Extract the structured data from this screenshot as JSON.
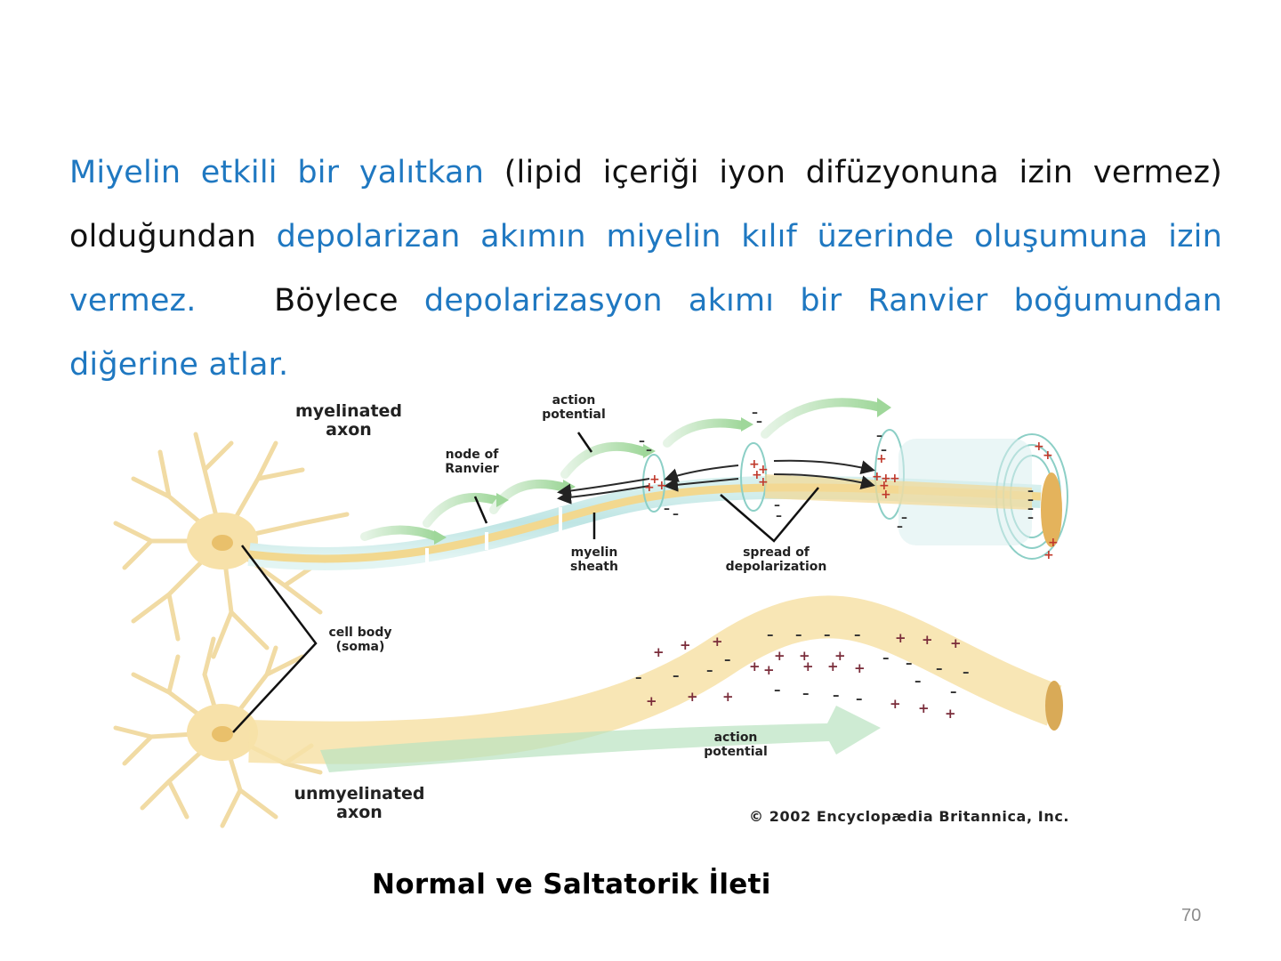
{
  "slide": {
    "paragraph": [
      {
        "text": "Miyelin  etkili bir yalıtkan",
        "style": "highlight"
      },
      {
        "text": " (lipid içeriği iyon difüzyonuna izin vermez) olduğundan ",
        "style": "normal"
      },
      {
        "text": "depolarizan akımın miyelin kılıf üzerinde oluşumuna izin vermez.",
        "style": "highlight"
      },
      {
        "text": "   Böylece ",
        "style": "normal"
      },
      {
        "text": "depolarizasyon akımı bir Ranvier boğumundan diğerine atlar.",
        "style": "highlight"
      }
    ],
    "colors": {
      "highlight": "#1f78c1",
      "normal": "#111111",
      "page_number": "#8c8c8c"
    },
    "figure": {
      "labels": {
        "myelinated_axon": "myelinated\naxon",
        "action_potential_top": "action\npotential",
        "node_of_ranvier": "node of\nRanvier",
        "myelin_sheath": "myelin\nsheath",
        "spread_of_depolarization": "spread of\ndepolarization",
        "cell_body": "cell body\n(soma)",
        "action_potential_bottom": "action\npotential",
        "unmyelinated_axon": "unmyelinated\naxon"
      },
      "copyright": "© 2002 Encyclopædia Britannica, Inc."
    },
    "caption": "Normal ve Saltatorik İleti",
    "page_number": "70"
  }
}
